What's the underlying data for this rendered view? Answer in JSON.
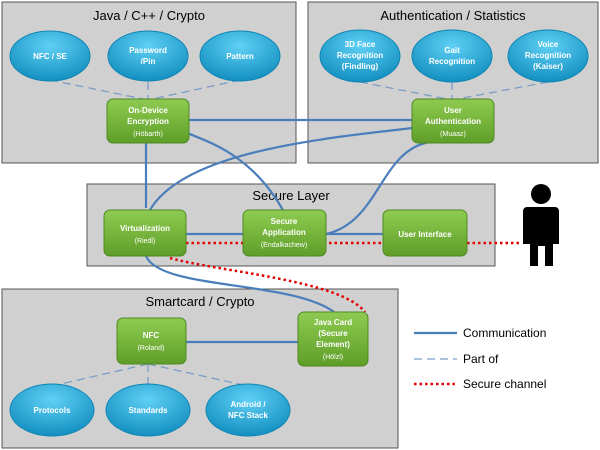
{
  "panels": {
    "java": {
      "title": "Java / C++ / Crypto"
    },
    "auth": {
      "title": "Authentication / Statistics"
    },
    "secure": {
      "title": "Secure Layer"
    },
    "smartcard": {
      "title": "Smartcard / Crypto"
    }
  },
  "ovals": {
    "nfc_se": {
      "lines": [
        "NFC / SE"
      ]
    },
    "password": {
      "lines": [
        "Password",
        "/Pin"
      ]
    },
    "pattern": {
      "lines": [
        "Pattern"
      ]
    },
    "face": {
      "lines": [
        "3D Face",
        "Recognition",
        "(Findling)"
      ]
    },
    "gait": {
      "lines": [
        "Gait",
        "Recognition"
      ]
    },
    "voice": {
      "lines": [
        "Voice",
        "Recognition",
        "(Kaiser)"
      ]
    },
    "protocols": {
      "lines": [
        "Protocols"
      ]
    },
    "standards": {
      "lines": [
        "Standards"
      ]
    },
    "android": {
      "lines": [
        "Android /",
        "NFC Stack"
      ]
    }
  },
  "nodes": {
    "encryption": {
      "title": [
        "On-Device",
        "Encryption"
      ],
      "sub": "(Höbarth)"
    },
    "user_auth": {
      "title": [
        "User",
        "Authentication"
      ],
      "sub": "(Muaaz)"
    },
    "virtualization": {
      "title": [
        "Virtualization"
      ],
      "sub": "(Riedl)"
    },
    "secure_app": {
      "title": [
        "Secure",
        "Application"
      ],
      "sub": "(Endalkachew)"
    },
    "user_interface": {
      "title": [
        "User Interface"
      ],
      "sub": ""
    },
    "nfc": {
      "title": [
        "NFC"
      ],
      "sub": "(Roland)"
    },
    "java_card": {
      "title": [
        "Java Card",
        "(Secure",
        "Element)"
      ],
      "sub": "(Hölzl)"
    }
  },
  "legend": {
    "communication": "Communication",
    "part_of": "Part of",
    "secure_channel": "Secure channel"
  },
  "colors": {
    "panel_fill": "#d0d0d0",
    "node_green": "#77b63b",
    "oval_blue": "#27a9d8",
    "communication_line": "#4a7ebb",
    "part_of_line": "#7a9cc6",
    "secure_channel": "#e00000"
  },
  "icons": {
    "person": "person-silhouette-icon"
  }
}
